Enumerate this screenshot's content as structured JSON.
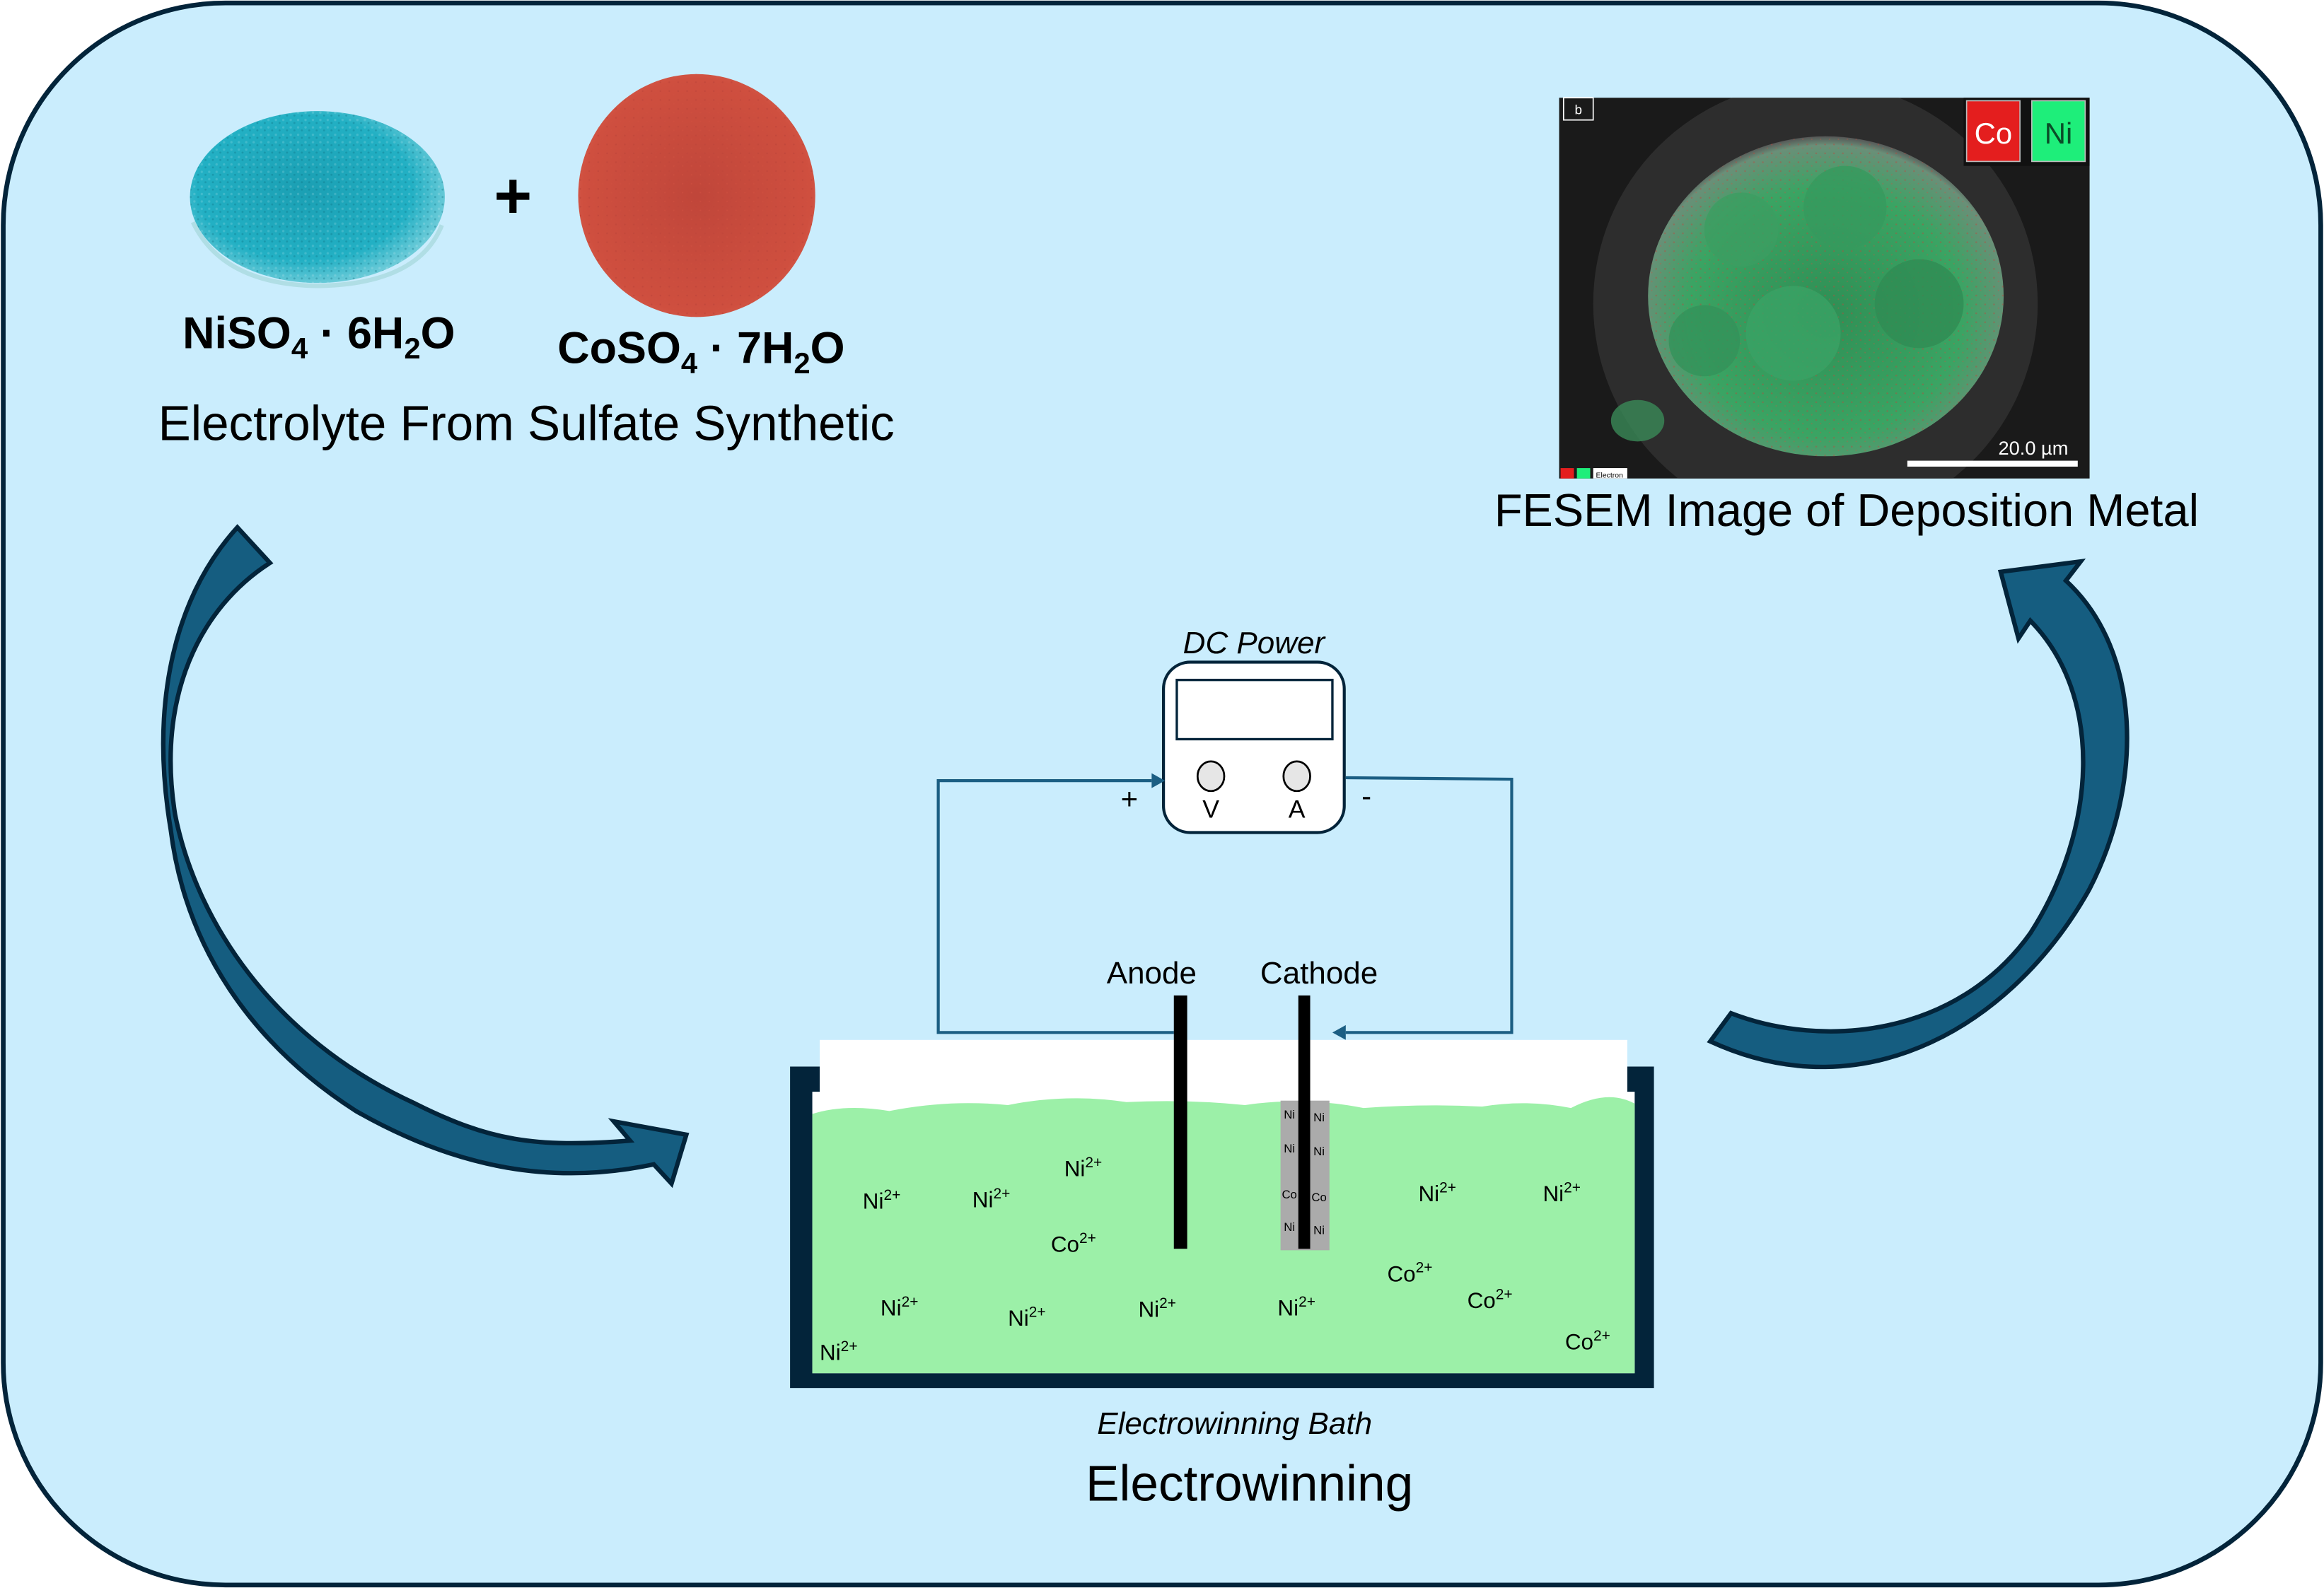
{
  "colors": {
    "background": "#CAEDFD",
    "border": "#03243A",
    "arrow_fill": "#155D80",
    "arrow_fill_dark": "#134A66",
    "wire": "#1B5E83",
    "electrolyte": "#9CF0A8",
    "tank": "#03243A",
    "nickel_sulfate": "#1EA8BC",
    "cobalt_sulfate": "#C8463A",
    "co_map": "#E41E1E",
    "ni_map": "#1EEE7A",
    "cathode_coating": "#ABABAB"
  },
  "electrolyte_section": {
    "nickel_formula": {
      "base": "NiSO",
      "sub1": "4",
      "mid": " · 6H",
      "sub2": "2",
      "end": "O"
    },
    "cobalt_formula": {
      "base": "CoSO",
      "sub1": "4",
      "mid": " · 7H",
      "sub2": "2",
      "end": "O"
    },
    "plus": "+",
    "title": "Electrolyte From Sulfate Synthetic"
  },
  "fesem_section": {
    "panel_label": "b",
    "legend": [
      "Co",
      "Ni"
    ],
    "bottom_legend": [
      "Co",
      "Ni",
      "Electron"
    ],
    "scale_bar": "20.0 µm",
    "title": "FESEM Image of Deposition Metal"
  },
  "power_supply": {
    "title": "DC Power",
    "knob_v": "V",
    "knob_a": "A",
    "positive": "+",
    "negative": "-"
  },
  "electrodes": {
    "anode": "Anode",
    "cathode": "Cathode",
    "coating_left": [
      "Ni",
      "Ni",
      "Co",
      "Ni"
    ],
    "coating_right": [
      "Ni",
      "Ni",
      "Co",
      "Ni"
    ]
  },
  "ions": [
    {
      "sym": "Ni",
      "charge": "2+"
    },
    {
      "sym": "Ni",
      "charge": "2+"
    },
    {
      "sym": "Ni",
      "charge": "2+"
    },
    {
      "sym": "Co",
      "charge": "2+"
    },
    {
      "sym": "Ni",
      "charge": "2+"
    },
    {
      "sym": "Ni",
      "charge": "2+"
    },
    {
      "sym": "Co",
      "charge": "2+"
    },
    {
      "sym": "Ni",
      "charge": "2+"
    },
    {
      "sym": "Ni",
      "charge": "2+"
    },
    {
      "sym": "Ni",
      "charge": "2+"
    },
    {
      "sym": "Ni",
      "charge": "2+"
    },
    {
      "sym": "Co",
      "charge": "2+"
    },
    {
      "sym": "Ni",
      "charge": "2+"
    },
    {
      "sym": "Co",
      "charge": "2+"
    }
  ],
  "bath": {
    "caption": "Electrowinning Bath",
    "title": "Electrowinning"
  }
}
